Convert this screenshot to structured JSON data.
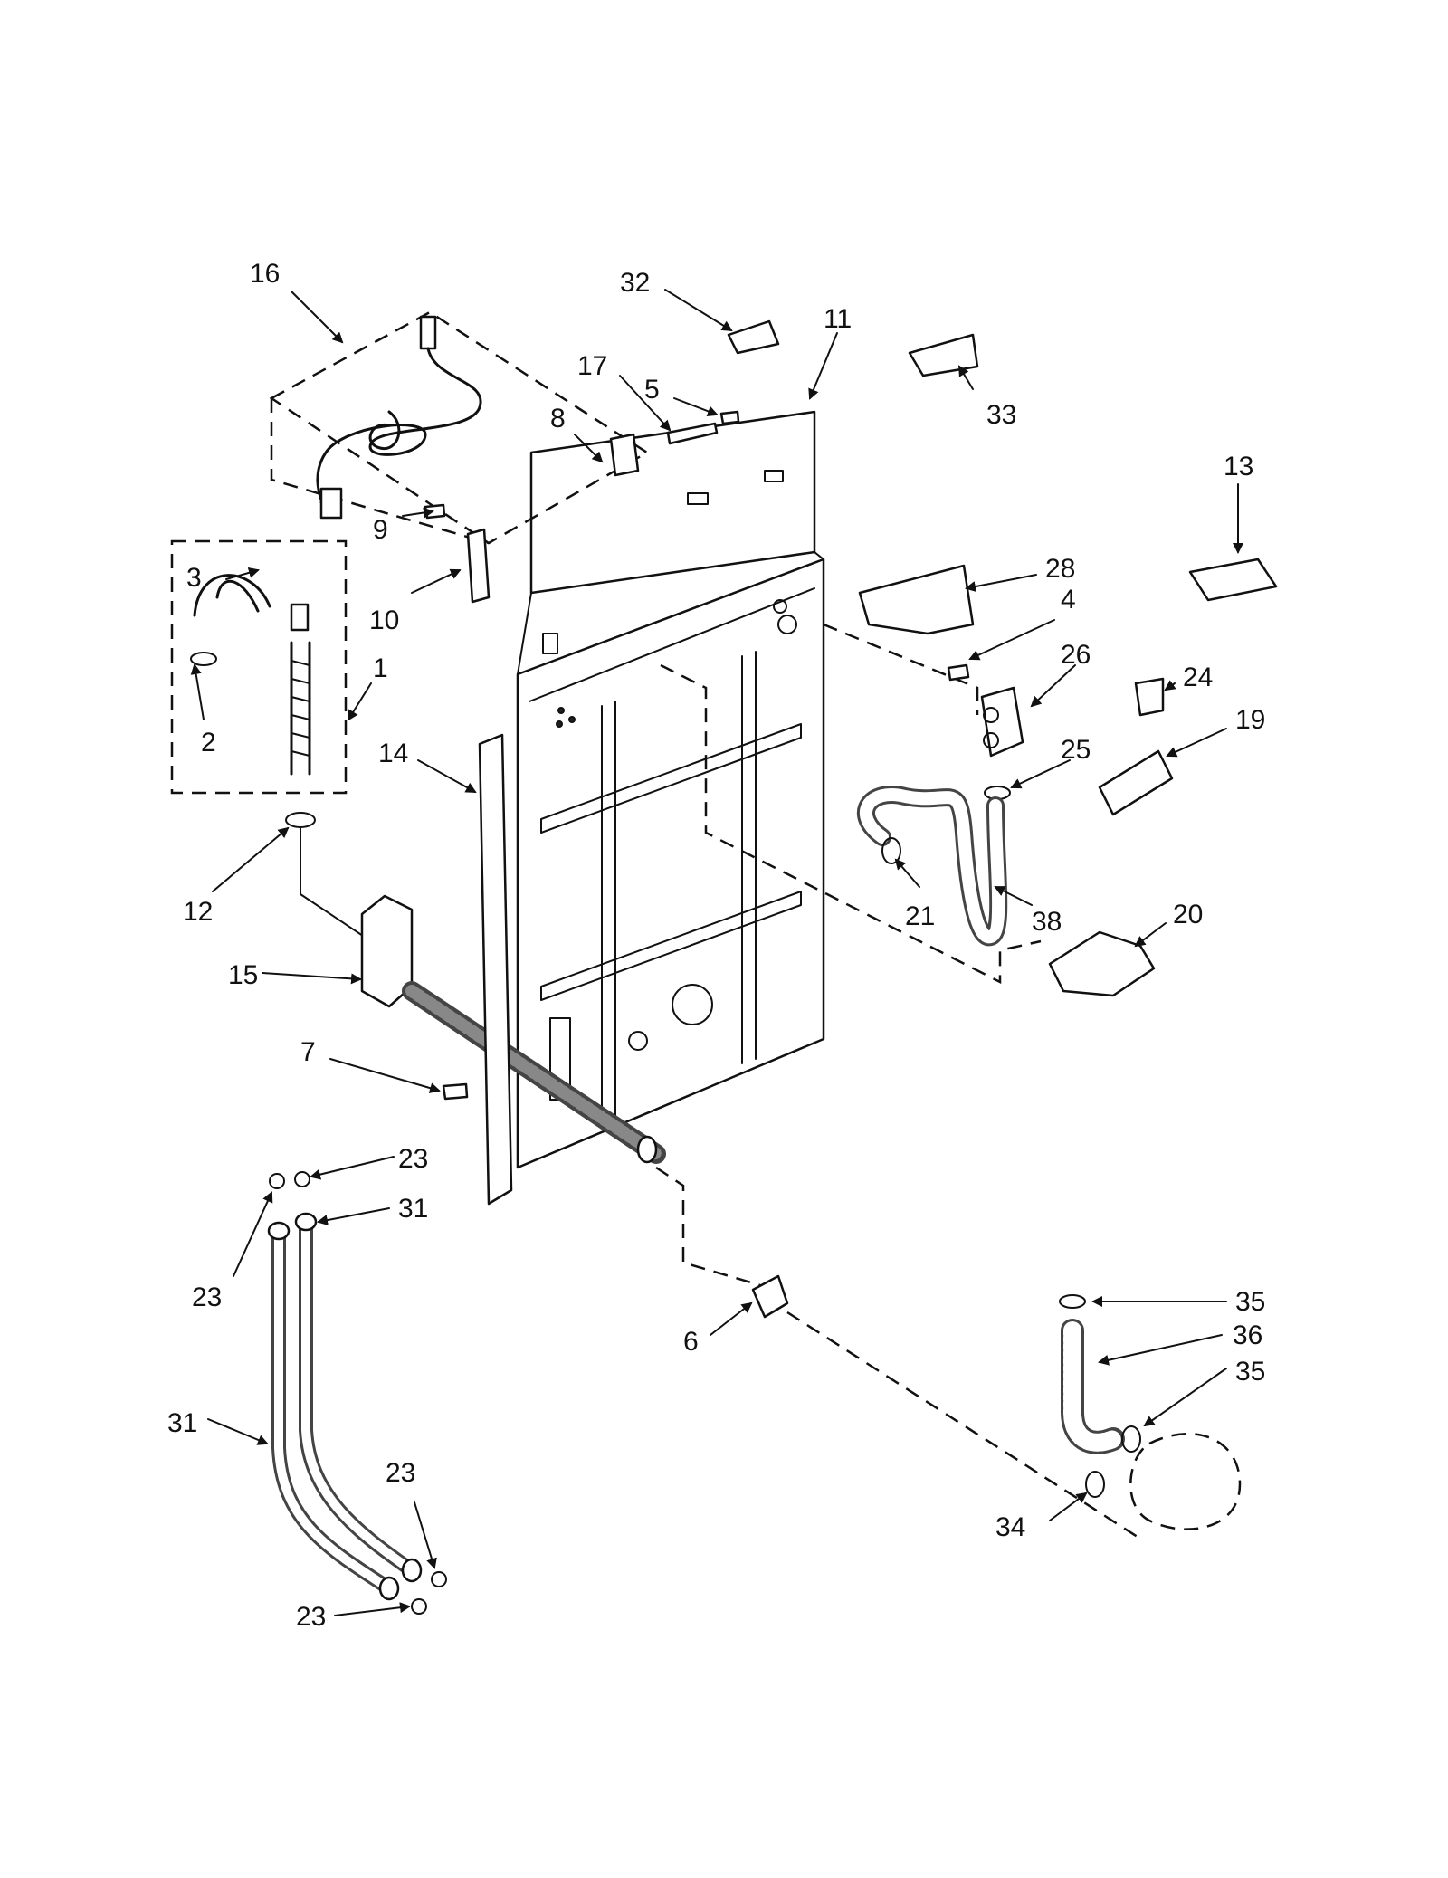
{
  "callouts": {
    "c1": "1",
    "c2": "2",
    "c3": "3",
    "c4": "4",
    "c5": "5",
    "c6": "6",
    "c7": "7",
    "c8": "8",
    "c9": "9",
    "c10": "10",
    "c11": "11",
    "c12": "12",
    "c13": "13",
    "c14": "14",
    "c15": "15",
    "c16": "16",
    "c17": "17",
    "c19": "19",
    "c20": "20",
    "c21": "21",
    "c23a": "23",
    "c23b": "23",
    "c23c": "23",
    "c23d": "23",
    "c24": "24",
    "c25": "25",
    "c26": "26",
    "c28": "28",
    "c31a": "31",
    "c31b": "31",
    "c32": "32",
    "c33": "33",
    "c34": "34",
    "c35a": "35",
    "c35b": "35",
    "c36": "36",
    "c38": "38"
  }
}
